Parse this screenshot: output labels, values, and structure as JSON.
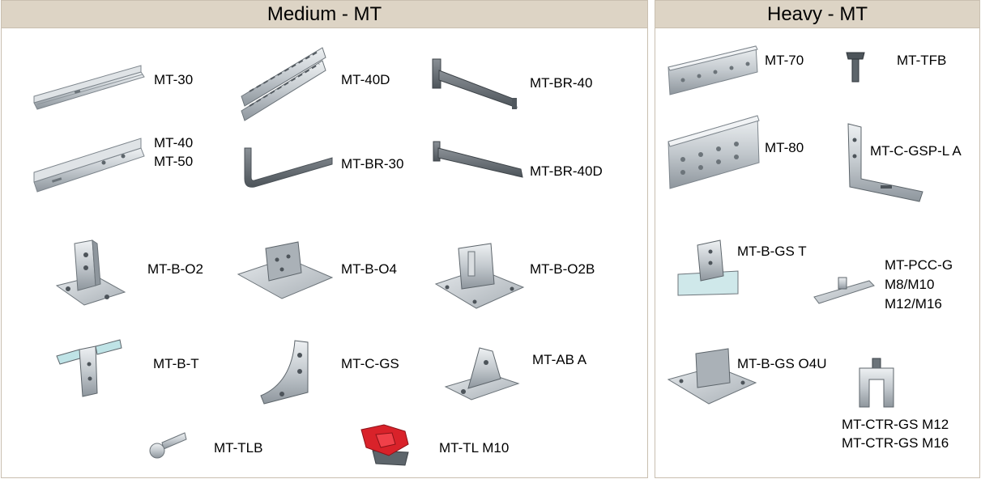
{
  "sections": {
    "medium": {
      "title": "Medium - MT",
      "items": [
        {
          "icon": "channel-rail-icon",
          "lines": [
            "MT-30"
          ]
        },
        {
          "icon": "double-channel-rail-icon",
          "lines": [
            "MT-40D"
          ]
        },
        {
          "icon": "bracket-icon",
          "lines": [
            "MT-BR-40"
          ]
        },
        {
          "icon": "channel-rail-icon",
          "lines": [
            "MT-40",
            "MT-50"
          ]
        },
        {
          "icon": "bent-bracket-icon",
          "lines": [
            "MT-BR-30"
          ]
        },
        {
          "icon": "double-bracket-icon",
          "lines": [
            "MT-BR-40D"
          ]
        },
        {
          "icon": "base-plate-icon",
          "lines": [
            "MT-B-O2"
          ]
        },
        {
          "icon": "base-plate-icon",
          "lines": [
            "MT-B-O4"
          ]
        },
        {
          "icon": "base-plate-icon",
          "lines": [
            "MT-B-O2B"
          ]
        },
        {
          "icon": "t-connector-icon",
          "lines": [
            "MT-B-T"
          ]
        },
        {
          "icon": "corner-gusset-icon",
          "lines": [
            "MT-C-GS"
          ]
        },
        {
          "icon": "angle-bracket-icon",
          "lines": [
            "MT-AB A"
          ]
        },
        {
          "icon": "bolt-icon",
          "lines": [
            "MT-TLB"
          ]
        },
        {
          "icon": "red-clamp-icon",
          "lines": [
            "MT-TL M10"
          ]
        }
      ]
    },
    "heavy": {
      "title": "Heavy - MT",
      "items": [
        {
          "icon": "heavy-rail-icon",
          "lines": [
            "MT-70"
          ]
        },
        {
          "icon": "flange-bolt-icon",
          "lines": [
            "MT-TFB"
          ]
        },
        {
          "icon": "heavy-rail-icon",
          "lines": [
            "MT-80"
          ]
        },
        {
          "icon": "angle-plate-icon",
          "lines": [
            "MT-C-GSP-L A"
          ]
        },
        {
          "icon": "base-plate-icon",
          "lines": [
            "MT-B-GS T"
          ]
        },
        {
          "icon": "pipe-clamp-connector-icon",
          "lines": [
            "MT-PCC-G",
            "M8/M10",
            "M12/M16"
          ]
        },
        {
          "icon": "base-plate-icon",
          "lines": [
            "MT-B-GS O4U"
          ]
        },
        {
          "icon": "connector-icon",
          "lines": [
            "MT-CTR-GS M12",
            "MT-CTR-GS M16"
          ]
        }
      ]
    }
  },
  "colors": {
    "header_bg": "#ddd4c5",
    "border": "#c9bfb0",
    "metal": "#b5bcc2",
    "clamp_red": "#d9222a"
  }
}
